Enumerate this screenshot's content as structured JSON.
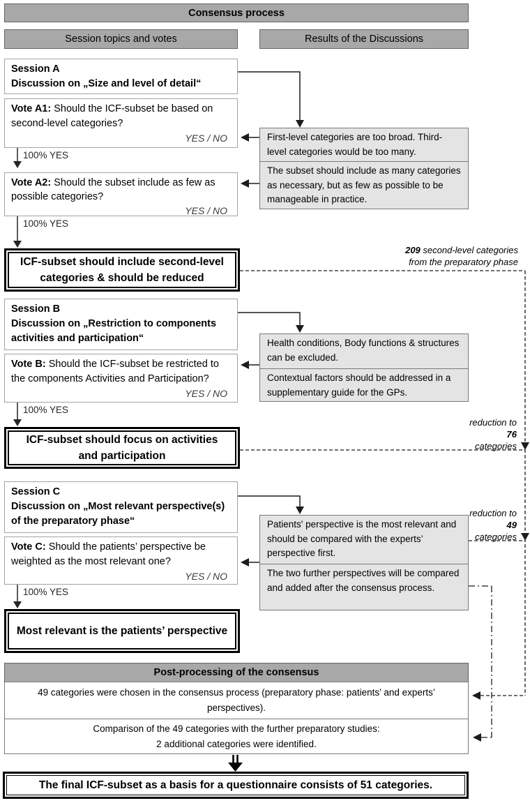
{
  "page": {
    "title": "Consensus process",
    "left_header": "Session topics and votes",
    "right_header": "Results of the Discussions"
  },
  "colors": {
    "header_fill": "#a8a8a8",
    "result_fill": "#e4e4e4",
    "line": "#1c1c1c"
  },
  "sessions": {
    "a": {
      "title": "Session A",
      "discussion": "Discussion on „Size and level of detail“",
      "vote1_label": "Vote A1:",
      "vote1_text": "Should the ICF-subset be based on second-level categories?",
      "vote1_options": "YES / NO",
      "vote1_result": "100% YES",
      "vote2_label": "Vote A2:",
      "vote2_text": "Should the subset include as few as possible categories?",
      "vote2_options": "YES / NO",
      "vote2_result": "100% YES",
      "result1": "First-level categories are too broad. Third-level categories would be too many.",
      "result2": "The subset should include as many categories as necessary, but as few as possible to be manageable in practice.",
      "conclusion": "ICF-subset should include second-level categories & should be reduced"
    },
    "b": {
      "title": "Session B",
      "discussion": "Discussion on „Restriction to components activities and participation“",
      "vote1_label": "Vote B:",
      "vote1_text": "Should the ICF-subset be restricted to the components Activities and Participation?",
      "vote1_options": "YES / NO",
      "vote1_result": "100% YES",
      "result1": "Health conditions, Body functions & structures can be excluded.",
      "result2": "Contextual factors should be addressed in a supplementary guide for the GPs.",
      "conclusion": "ICF-subset should focus on activities and participation"
    },
    "c": {
      "title": "Session C",
      "discussion": "Discussion on „Most relevant perspective(s) of the preparatory phase“",
      "vote1_label": "Vote C:",
      "vote1_text": "Should the patients’ perspective be weighted as the most relevant one?",
      "vote1_options": "YES / NO",
      "vote1_result": "100% YES",
      "result1": "Patients' perspective is the most relevant and should be compared with the experts’ perspective first.",
      "result2": "The two further perspectives will be compared and added after the consensus process.",
      "conclusion": "Most relevant is the patients’ perspective"
    }
  },
  "annotations": {
    "a209": {
      "bold": "209",
      "text": "second-level categories",
      "line2": "from the preparatory phase"
    },
    "r76": {
      "line1": "reduction to",
      "bold": "76",
      "line3": "categories"
    },
    "r49": {
      "line1": "reduction to",
      "bold": "49",
      "line3": "categories"
    }
  },
  "post": {
    "header": "Post-processing of the consensus",
    "row1_line1": "49 categories were chosen in the consensus process (preparatory phase: patients’ and experts’",
    "row1_line2": "perspectives).",
    "row2_line1": "Comparison of the 49 categories with the further preparatory studies:",
    "row2_line2": "2 additional categories were identified.",
    "final": "The final ICF-subset as a basis for a questionnaire consists of 51 categories."
  }
}
